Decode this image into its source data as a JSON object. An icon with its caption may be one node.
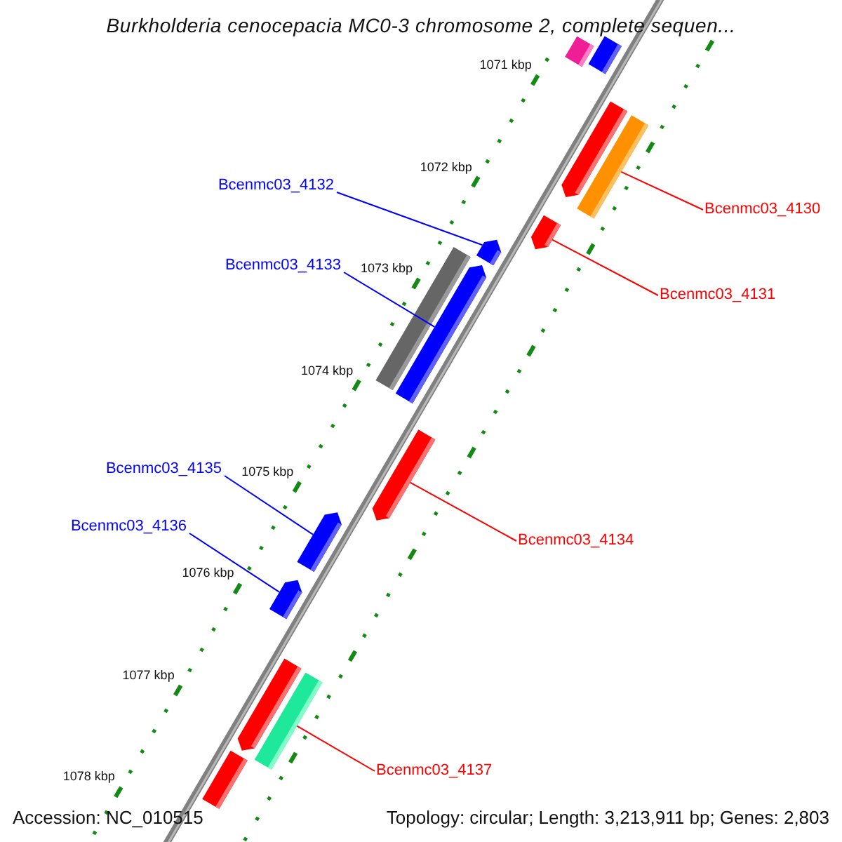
{
  "diagram": {
    "nodes": [
      {
        "text": [
          "Bcenmc03_4132"
        ]
      },
      {
        "text": [
          "Bcenmc03_4130"
        ]
      },
      {
        "text": [
          "Bcenmc03_4133"
        ]
      },
      {
        "text": [
          "Bcenmc03_4131"
        ]
      },
      {
        "text": [
          "Bcenmc03_4135"
        ]
      },
      {
        "text": [
          "Bcenmc03_4134"
        ]
      },
      {
        "text": [
          "Bcenmc03_4136"
        ]
      },
      {
        "text": [
          "Bcenmc03_4137"
        ]
      },
      {
        "text": [],
        "shape": "bar"
      },
      {
        "text": [],
        "shape": "bar"
      },
      {
        "text": [],
        "shape": "bar"
      },
      {
        "text": [],
        "shape": "bar"
      },
      {
        "text": [],
        "shape": "bar"
      },
      {
        "text": [],
        "shape": "bar"
      },
      {
        "text": [],
        "shape": "bar"
      },
      {
        "text": [],
        "shape": "bar"
      },
      {
        "text": [],
        "shape": "bar"
      },
      {
        "text": [],
        "shape": "bar"
      },
      {
        "text": [],
        "shape": "bar"
      },
      {
        "text": [],
        "shape": "bar"
      },
      {
        "text": [],
        "shape": "bar"
      },
      {
        "text": [],
        "shape": "bar"
      }
    ],
    "edges": [
      {
        "from": 0,
        "to": 13,
        "arrow": "none",
        "color": "#0000ff"
      },
      {
        "from": 1,
        "to": 11,
        "arrow": "none",
        "color": "#ff0000"
      },
      {
        "from": 2,
        "to": 15,
        "arrow": "none",
        "color": "#0000ff"
      },
      {
        "from": 3,
        "to": 12,
        "arrow": "none",
        "color": "#ff0000"
      },
      {
        "from": 4,
        "to": 17,
        "arrow": "none",
        "color": "#0000ff"
      },
      {
        "from": 5,
        "to": 16,
        "arrow": "none",
        "color": "#ff0000"
      },
      {
        "from": 6,
        "to": 18,
        "arrow": "none",
        "color": "#0000ff"
      },
      {
        "from": 7,
        "to": 20,
        "arrow": "none",
        "color": "#ff0000"
      }
    ],
    "labels": [
      "Burkholderia cenocepacia MC0-3 chromosome 2, complete sequen...",
      "1071 kbp",
      "1072 kbp",
      "1073 kbp",
      "1074 kbp",
      "1075 kbp",
      "1076 kbp",
      "1077 kbp",
      "1078 kbp",
      "Accession: NC_010515",
      "Topology: circular; Length: 3,213,911 bp; Genes: 2,803"
    ]
  }
}
